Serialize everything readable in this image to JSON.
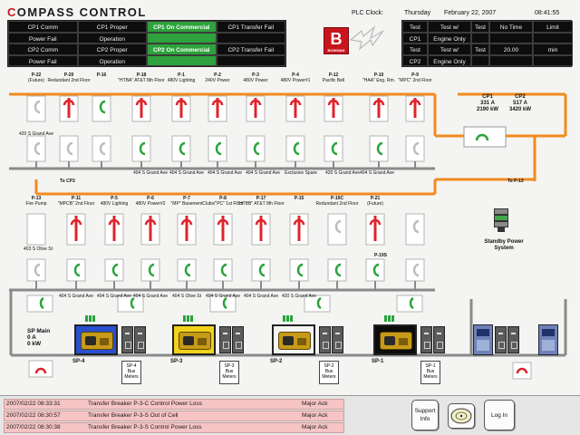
{
  "title": {
    "first": "C",
    "rest": "OMPASS  CONTROL"
  },
  "status_grid": [
    [
      "CP1 Comm",
      "CP1 Proper",
      "CP1 On Commercial",
      "CP1 Transfer Fail"
    ],
    [
      "Power Fail",
      "Operation",
      "",
      ""
    ],
    [
      "CP2 Comm",
      "CP2 Proper",
      "CP2 On Commercial",
      "CP2 Transfer Fail"
    ],
    [
      "Power Fail",
      "Operation",
      "",
      ""
    ]
  ],
  "status_on": [
    "CP1 On Commercial",
    "CP2 On Commercial"
  ],
  "logo": {
    "letter": "B",
    "sub": "BOWMAN"
  },
  "clock": {
    "label": "PLC Clock:",
    "day": "Thursday",
    "date": "February 22, 2007",
    "time": "08:41:55"
  },
  "test_grid": {
    "row1": [
      "Test",
      "Test w/",
      "Test",
      "No Time",
      "Limit"
    ],
    "row2": [
      "CP1",
      "Engine Only"
    ],
    "row3": [
      "Test",
      "Test w/",
      "Test",
      "20.00",
      "min"
    ],
    "row4": [
      "CP2",
      "Engine Only"
    ]
  },
  "top_breakers": [
    {
      "id": "P-22",
      "name": "(Future)"
    },
    {
      "id": "P-20",
      "name": "Redundant 2nd Floor"
    },
    {
      "id": "P-16",
      "name": ""
    },
    {
      "id": "P-18",
      "name": "\"HTBA\" AT&T 8th Floor"
    },
    {
      "id": "P-1",
      "name": "480V Lighting"
    },
    {
      "id": "P-2",
      "name": "240V Power"
    },
    {
      "id": "P-3",
      "name": "480V Power"
    },
    {
      "id": "P-4",
      "name": "480V Power#1"
    },
    {
      "id": "P-12",
      "name": "Pacific Bell"
    },
    {
      "id": "P-10",
      "name": "\"HAA\" Eng. Rm."
    },
    {
      "id": "P-9",
      "name": "\"MPC\" 2nd Floor"
    }
  ],
  "cp1": {
    "name": "CP1",
    "amps": "331 A",
    "kw": "2190 kW"
  },
  "cp2": {
    "name": "CP2",
    "amps": "517 A",
    "kw": "3420 kW"
  },
  "to_cp2": "To CP2",
  "to_p13": "To P-13",
  "addr_grand": "404 S Grand Ave",
  "addr_grand2": "420 S Grand Ave",
  "addr_olive": "403 S Olive St",
  "top_addrs": [
    "404 S Grand Ave",
    "404 S Grand Ave",
    "404 S Grand Ave",
    "404 S Grand Ave",
    "Exclusive Spare",
    "420 S Grand Ave",
    "404 S Grand Ave"
  ],
  "mid_breakers": [
    {
      "id": "P-13",
      "name": "Fire Pump"
    },
    {
      "id": "P-11",
      "name": "\"MPCB\" 2nd Floor"
    },
    {
      "id": "P-5",
      "name": "480V Lighting"
    },
    {
      "id": "P-6",
      "name": "480V Power#2"
    },
    {
      "id": "P-7",
      "name": "\"MP\" Basement"
    },
    {
      "id": "P-8",
      "name": "Clubs/\"PC\" 1st Floor"
    },
    {
      "id": "P-17",
      "name": "\"HTBB\" AT&T 8th Floor"
    },
    {
      "id": "P-15",
      "name": ""
    },
    {
      "id": "P-19C",
      "name": "Redundant 2nd Floor"
    },
    {
      "id": "P-21",
      "name": "(Future)"
    }
  ],
  "p19s": "P-19S",
  "mid_addrs": [
    "404 S Grand Ave",
    "404 S Grand Ave",
    "404 S Grand Ave",
    "404 S Olive St",
    "404 S Grand Ave",
    "404 S Grand Ave",
    "420 S Grand Ave"
  ],
  "standby": "Standby Power System",
  "sp_main": {
    "line1": "SP Main",
    "line2": "0 A",
    "line3": "0 kW"
  },
  "generators": [
    {
      "id": "SP-4",
      "meters": "SP-4 Bus Meters",
      "color": "#2a4fd0"
    },
    {
      "id": "SP-3",
      "meters": "SP-3 Bus Meters",
      "color": "#f2d21a"
    },
    {
      "id": "SP-2",
      "meters": "SP-2 Bus Meters",
      "color": "#f4f4f4"
    },
    {
      "id": "SP-1",
      "meters": "SP-1 Bus Meters",
      "color": "#0c0c0c"
    }
  ],
  "alarms": [
    {
      "time": "2007/02/22 08:33:31",
      "message": "Transfer Breaker P-3-C Control Power Loss",
      "status": "Major Ack"
    },
    {
      "time": "2007/02/22 08:30:57",
      "message": "Transfer Breaker P-3-S Out of Cell",
      "status": "Major Ack"
    },
    {
      "time": "2007/02/22 08:30:38",
      "message": "Transfer Breaker P-3-S Control Power Loss",
      "status": "Major Ack"
    }
  ],
  "buttons": {
    "support": "Support Info",
    "login": "Log In"
  }
}
